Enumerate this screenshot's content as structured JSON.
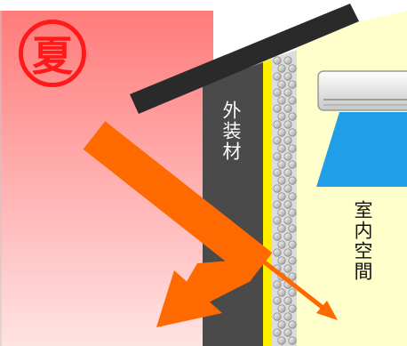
{
  "season": {
    "label": "夏"
  },
  "labels": {
    "wall_material": "外装材",
    "indoor_space": "室内空間"
  },
  "icons": {
    "season_mark": "summer-circle-mark",
    "air_conditioner": "air-conditioner-icon"
  },
  "colors": {
    "sky_top": "#ff7b7b",
    "sky_bottom": "#ffe5e5",
    "wall": "#4a4a4a",
    "yellow_layer": "#ffee00",
    "insulation": "#d9d9d9",
    "indoor": "#ffffcc",
    "roof": "#2a2a2a",
    "sun_ray": "#ff6a00",
    "cool_air": "#1e9fe8",
    "mark": "#ff1a1a"
  }
}
